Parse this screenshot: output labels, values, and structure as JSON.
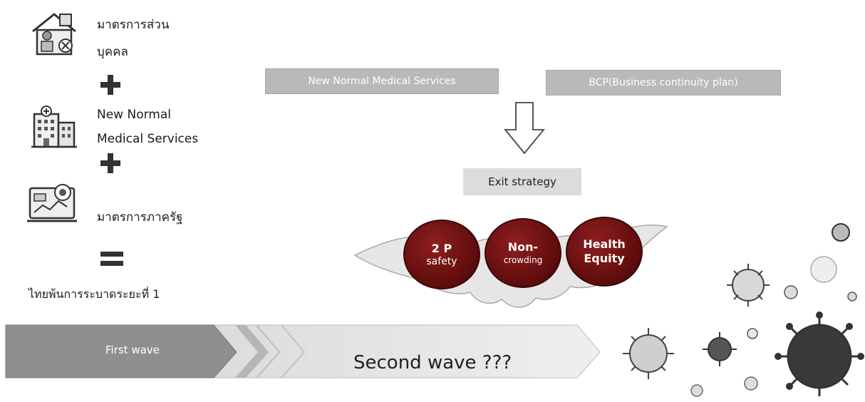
{
  "steps": [
    {
      "icon": "house-person-icon",
      "lines": [
        "มาตรการส่วน",
        "บุคคล"
      ]
    },
    {
      "icon": "hospital-icon",
      "lines": [
        "New Normal",
        "Medical Services"
      ]
    },
    {
      "icon": "monitor-virus-icon",
      "lines": [
        "มาตรการภาครัฐ"
      ]
    }
  ],
  "operators": {
    "plus": "+",
    "equals": "="
  },
  "result_text": "ไทยพ้นการระบาดระยะที่ 1",
  "top_boxes": [
    "New Normal Medical Services",
    "BCP(Business continuity plan)"
  ],
  "exit_strategy": "Exit strategy",
  "circles": [
    {
      "line1": "2 P",
      "line2": "safety"
    },
    {
      "line1": "Non-",
      "line2": "crowding"
    },
    {
      "line1": "Health",
      "line2": "Equity"
    }
  ],
  "waves": {
    "first": "First wave",
    "second": "Second wave ???"
  },
  "colors": {
    "circle": "#6e1414",
    "first_wave": "#8f8f8f",
    "box_gray": "#b9b9b9"
  }
}
